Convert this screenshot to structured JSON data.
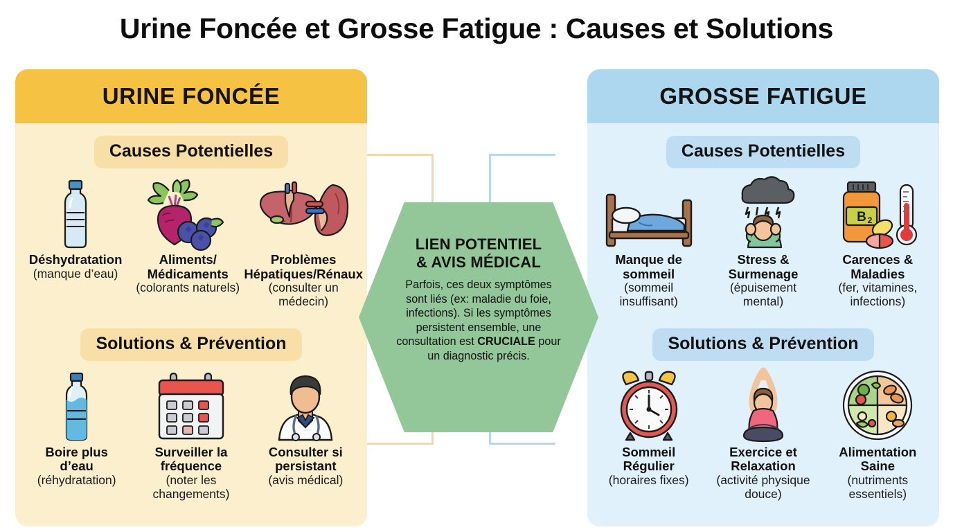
{
  "title": "Urine Foncée et Grosse Fatigue : Causes et Solutions",
  "colors": {
    "left_header": "#F5C243",
    "left_body": "#FBEFCD",
    "left_pill": "#F8DFA8",
    "right_header": "#ADD7EF",
    "right_body": "#E1F1FB",
    "right_pill": "#BEDDF2",
    "center_hexagon": "#93C79A",
    "connector_left": "#F0D9A4",
    "connector_right": "#B6D8EC",
    "text": "#111111"
  },
  "left_panel": {
    "header": "URINE FONCÉE",
    "causes_heading": "Causes Potentielles",
    "causes": [
      {
        "icon": "water-bottle-icon",
        "label": "Déshydratation",
        "sub": "(manque d’eau)"
      },
      {
        "icon": "beet-berries-icon",
        "label": "Aliments/\nMédicaments",
        "sub": "(colorants naturels)"
      },
      {
        "icon": "liver-kidney-icon",
        "label": "Problèmes\nHépatiques/Rénaux",
        "sub": "(consulter un\nmédecin)"
      }
    ],
    "solutions_heading": "Solutions & Prévention",
    "solutions": [
      {
        "icon": "water-bottle-filled-icon",
        "label": "Boire plus\nd’eau",
        "sub": "(réhydratation)"
      },
      {
        "icon": "calendar-icon",
        "label": "Surveiller la\nfréquence",
        "sub": "(noter les\nchangements)"
      },
      {
        "icon": "doctor-icon",
        "label": "Consulter si\npersistant",
        "sub": "(avis médical)"
      }
    ]
  },
  "right_panel": {
    "header": "GROSSE FATIGUE",
    "causes_heading": "Causes Potentielles",
    "causes": [
      {
        "icon": "bed-icon",
        "label": "Manque de\nsommeil",
        "sub": "(sommeil\ninsuffisant)"
      },
      {
        "icon": "stress-cloud-icon",
        "label": "Stress &\nSurmenage",
        "sub": "(épuisement\nmental)"
      },
      {
        "icon": "vitamin-thermometer-icon",
        "label": "Carences &\nMaladies",
        "sub": "(fer, vitamines,\ninfections)"
      }
    ],
    "solutions_heading": "Solutions & Prévention",
    "solutions": [
      {
        "icon": "alarm-clock-icon",
        "label": "Sommeil\nRégulier",
        "sub": "(horaires fixes)"
      },
      {
        "icon": "yoga-icon",
        "label": "Exercice et\nRelaxation",
        "sub": "(activité physique\ndouce)"
      },
      {
        "icon": "healthy-plate-icon",
        "label": "Alimentation\nSaine",
        "sub": "(nutriments\nessentiels)"
      }
    ]
  },
  "center": {
    "title": "LIEN POTENTIEL\n& AVIS MÉDICAL",
    "body_before": "Parfois, ces deux symptômes sont liés (ex: maladie du foie, infections). Si les symptômes persistent ensemble, une consultation est ",
    "body_emphasis": "CRUCIALE",
    "body_after": " pour un diagnostic précis."
  },
  "vitamin_label": "B₂"
}
